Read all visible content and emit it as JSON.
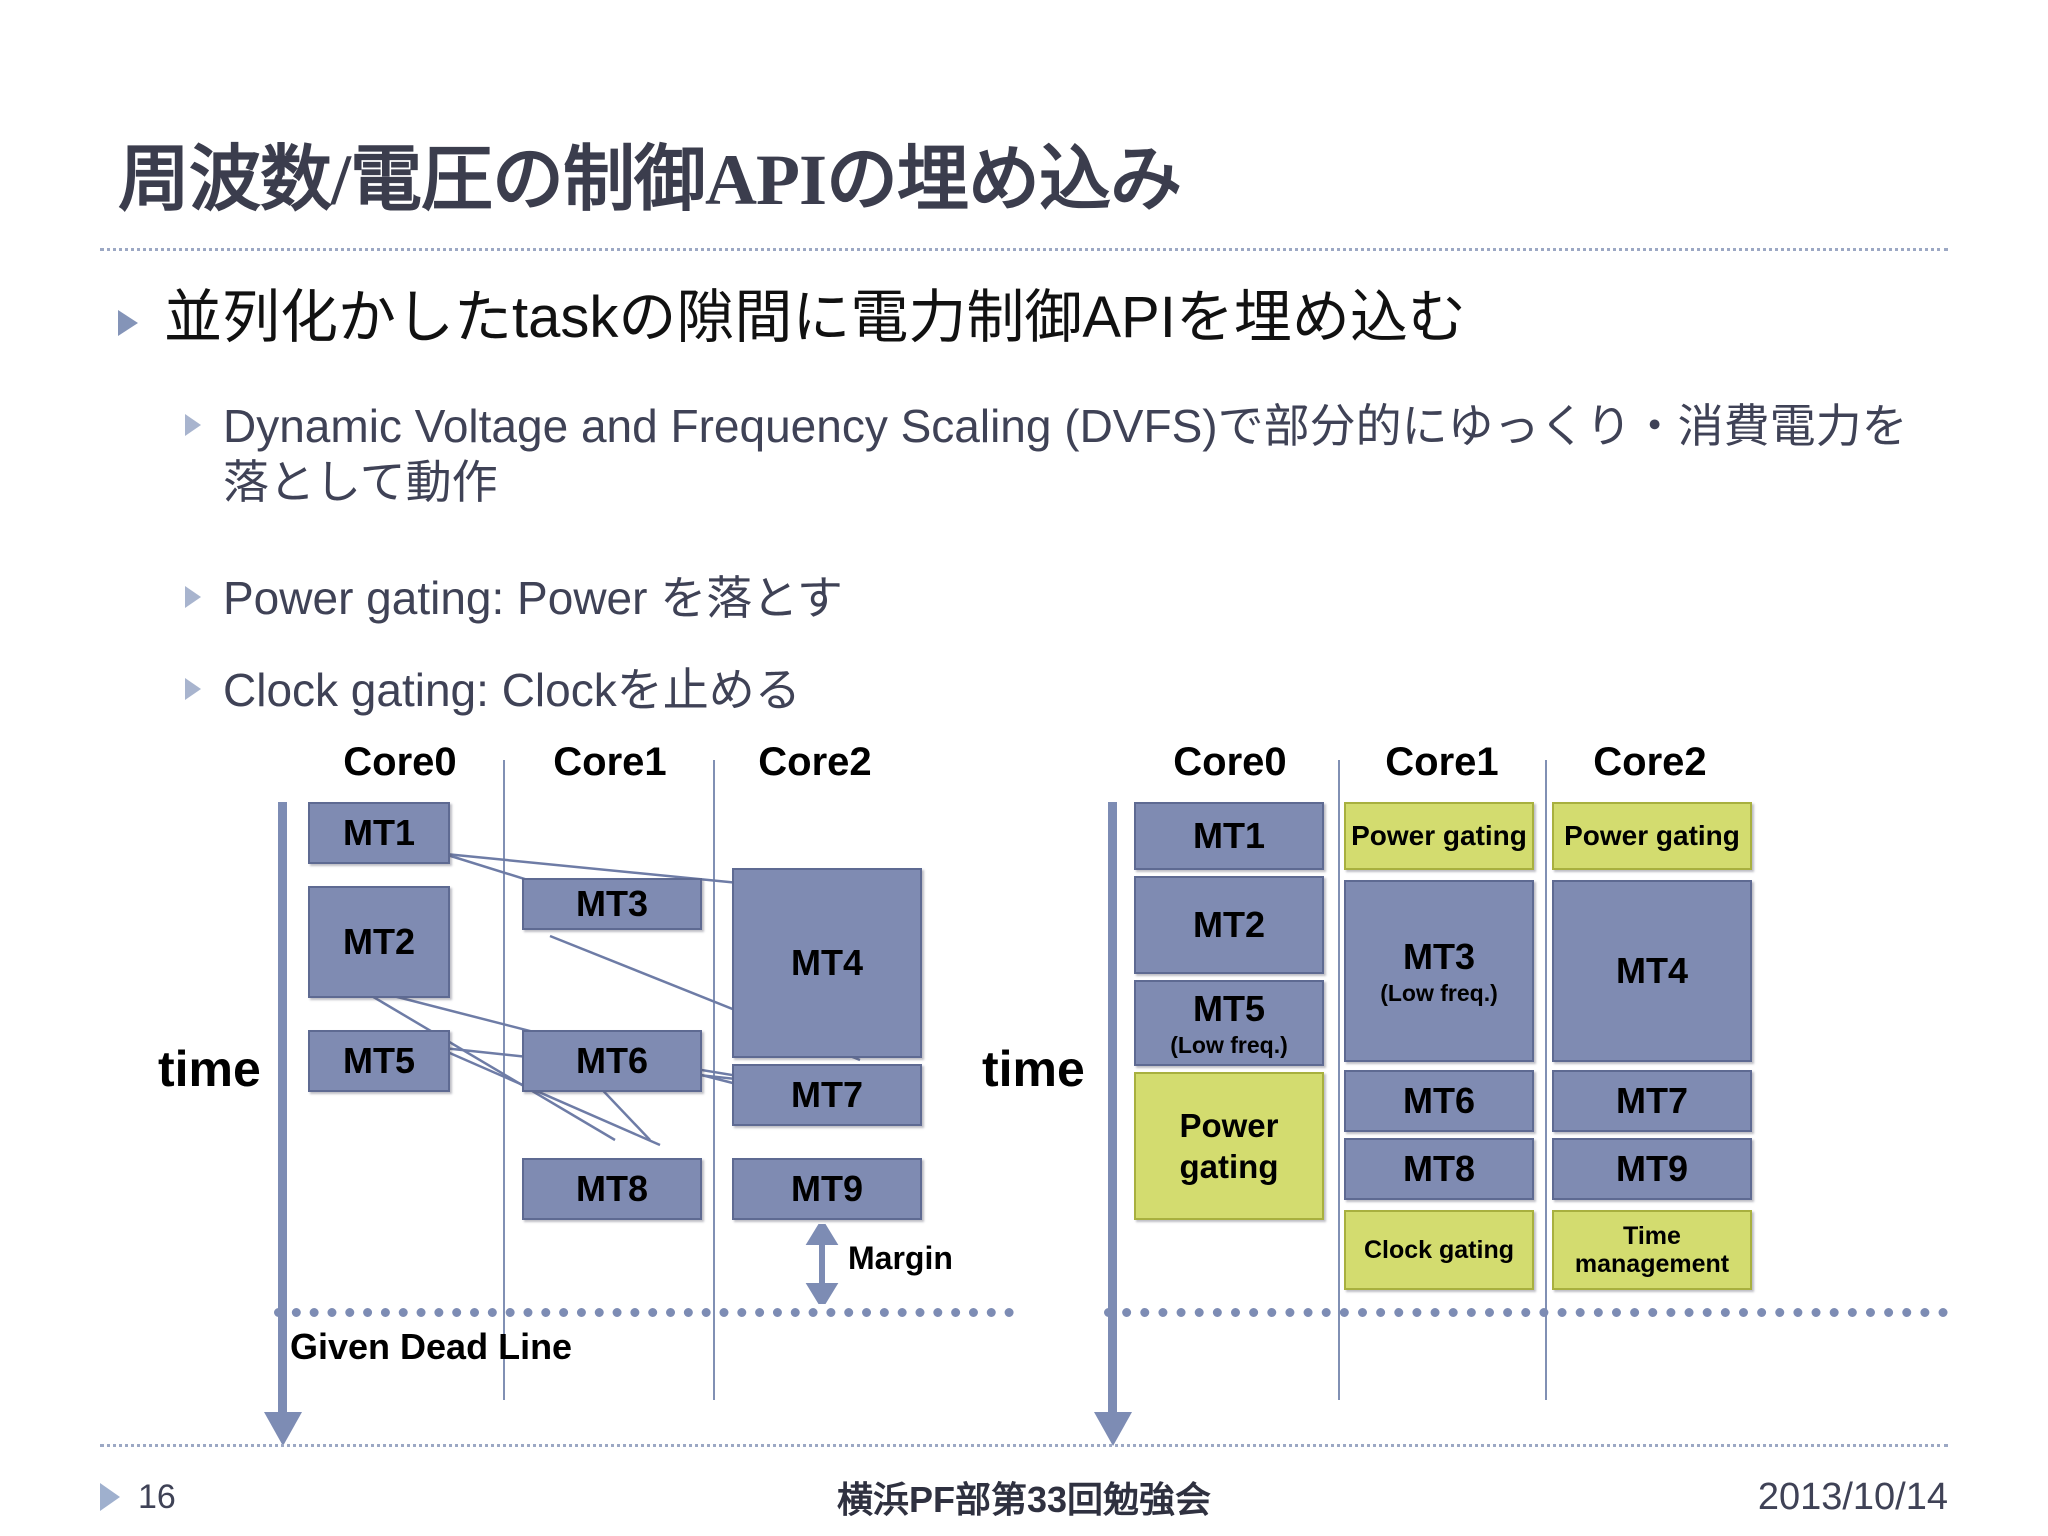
{
  "slide": {
    "title": "周波数/電圧の制御APIの埋め込み",
    "bullets": {
      "level1": "並列化かしたtaskの隙間に電力制御APIを埋め込む",
      "level2": [
        "Dynamic Voltage and Frequency Scaling (DVFS)で部分的にゆっくり・消費電力を落として動作",
        "Power gating:  Power を落とす",
        "Clock gating:   Clockを止める"
      ]
    },
    "footer": {
      "page_number": "16",
      "center_text": "横浜PF部第33回勉強会",
      "date": "2013/10/14"
    }
  },
  "diagram_left": {
    "name": "before-dvfs-schedule",
    "time_label": "time",
    "core_headers": [
      "Core0",
      "Core1",
      "Core2"
    ],
    "deadline_label": "Given Dead Line",
    "margin_label": "Margin",
    "tasks": [
      {
        "label": "MT1",
        "core": 0
      },
      {
        "label": "MT2",
        "core": 0
      },
      {
        "label": "MT5",
        "core": 0
      },
      {
        "label": "MT3",
        "core": 1
      },
      {
        "label": "MT6",
        "core": 1
      },
      {
        "label": "MT8",
        "core": 1
      },
      {
        "label": "MT4",
        "core": 2
      },
      {
        "label": "MT7",
        "core": 2
      },
      {
        "label": "MT9",
        "core": 2
      }
    ]
  },
  "diagram_right": {
    "name": "after-power-control-schedule",
    "time_label": "time",
    "core_headers": [
      "Core0",
      "Core1",
      "Core2"
    ],
    "low_freq_note": "(Low freq.)",
    "tasks": [
      {
        "label": "MT1",
        "core": 0,
        "kind": "task"
      },
      {
        "label": "MT2",
        "core": 0,
        "kind": "task"
      },
      {
        "label": "MT5",
        "core": 0,
        "kind": "task",
        "sub": "(Low freq.)"
      },
      {
        "label": "Power gating",
        "core": 0,
        "kind": "power"
      },
      {
        "label": "Power gating",
        "core": 1,
        "kind": "power"
      },
      {
        "label": "MT3",
        "core": 1,
        "kind": "task",
        "sub": "(Low freq.)"
      },
      {
        "label": "MT6",
        "core": 1,
        "kind": "task"
      },
      {
        "label": "MT8",
        "core": 1,
        "kind": "task"
      },
      {
        "label": "Clock gating",
        "core": 1,
        "kind": "power"
      },
      {
        "label": "Power gating",
        "core": 2,
        "kind": "power"
      },
      {
        "label": "MT4",
        "core": 2,
        "kind": "task"
      },
      {
        "label": "MT7",
        "core": 2,
        "kind": "task"
      },
      {
        "label": "MT9",
        "core": 2,
        "kind": "task"
      },
      {
        "label": "Time management",
        "core": 2,
        "kind": "power"
      }
    ]
  },
  "colors": {
    "task_fill": "#7F8BB2",
    "task_border": "#5E6A92",
    "power_fill": "#D3DC6F",
    "power_border": "#A8B03F",
    "accent_line": "#7D8CB4",
    "title_text": "#3B3D4D"
  }
}
